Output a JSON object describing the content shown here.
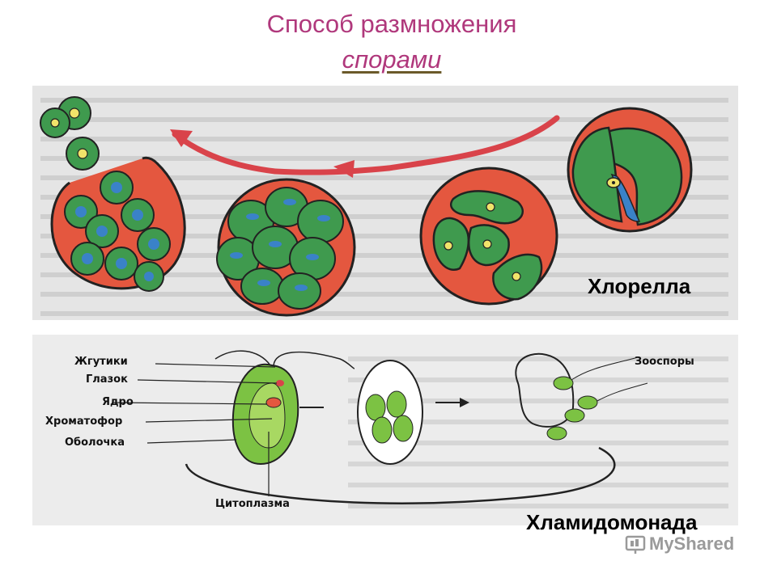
{
  "title": "Способ размножения",
  "subtitle": "спорами",
  "organisms": {
    "chlorella": "Хлорелла",
    "chlamydomonas": "Хламидомонада"
  },
  "chlamydomonas_parts": {
    "flagella": "Жгутики",
    "eyespot": "Глазок",
    "nucleus": "Ядро",
    "chromatophore": "Хроматофор",
    "cell_wall": "Оболочка",
    "cytoplasm": "Цитоплазма",
    "zoospores": "Зооспоры"
  },
  "watermark": "MyShared",
  "colors": {
    "title": "#b0387c",
    "cell_red": "#e4573f",
    "cell_green": "#3f9a4e",
    "light_green": "#7cc243",
    "arrow_red": "#d9434a",
    "blue": "#3a82c8"
  }
}
